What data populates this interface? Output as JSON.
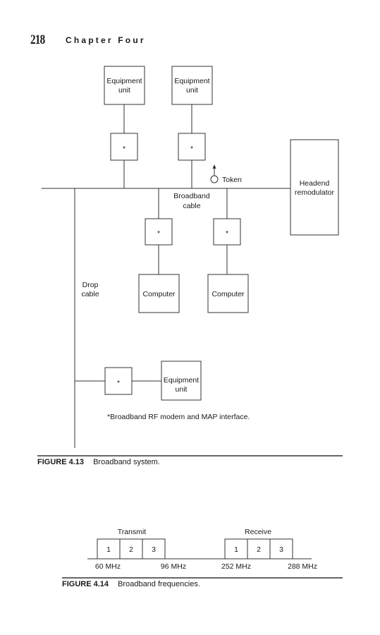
{
  "header": {
    "page_number": "218",
    "chapter": "Chapter Four"
  },
  "figure_4_13": {
    "equipment_unit_1": [
      "Equipment",
      "unit"
    ],
    "equipment_unit_2": [
      "Equipment",
      "unit"
    ],
    "equipment_unit_3": [
      "Equipment",
      "unit"
    ],
    "interface_mark": "*",
    "token_label": "Token",
    "headend": [
      "Headend",
      "remodulator"
    ],
    "broadband_cable": [
      "Broadband",
      "cable"
    ],
    "drop_cable": [
      "Drop",
      "cable"
    ],
    "computer_1": "Computer",
    "computer_2": "Computer",
    "footnote": "*Broadband RF modem and MAP interface.",
    "caption_number": "FIGURE 4.13",
    "caption_text": "Broadband system."
  },
  "figure_4_14": {
    "transmit_label": "Transmit",
    "receive_label": "Receive",
    "transmit_channels": [
      "1",
      "2",
      "3"
    ],
    "receive_channels": [
      "1",
      "2",
      "3"
    ],
    "freq_60": "60 MHz",
    "freq_96": "96 MHz",
    "freq_252": "252 MHz",
    "freq_288": "288 MHz",
    "caption_number": "FIGURE 4.14",
    "caption_text": "Broadband frequencies."
  }
}
